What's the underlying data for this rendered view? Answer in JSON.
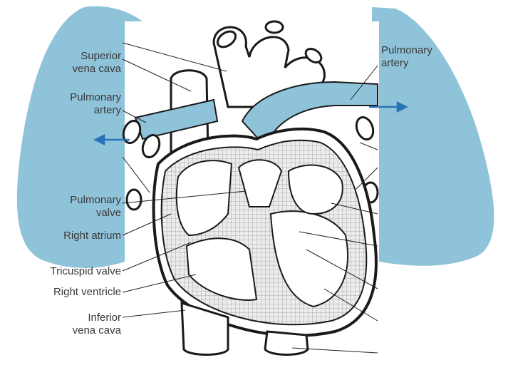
{
  "colors": {
    "lung": "#8fc3da",
    "pulmonary_vessel": "#8fc3da",
    "outline": "#1a1a1a",
    "septum_hatch": "#d9d9d9",
    "arrow": "#2a72b8",
    "leader_line": "#222222"
  },
  "labels": {
    "superior_vena_cava": [
      "Superior",
      "vena cava"
    ],
    "pulmonary_artery_left": [
      "Pulmonary",
      "artery"
    ],
    "pulmonary_valve": [
      "Pulmonary",
      "valve"
    ],
    "right_atrium": [
      "Right atrium"
    ],
    "tricuspid_valve": [
      "Tricuspid valve"
    ],
    "right_ventricle": [
      "Right ventricle"
    ],
    "inferior_vena_cava": [
      "Inferior",
      "vena cava"
    ],
    "pulmonary_artery_right": [
      "Pulmonary",
      "artery"
    ]
  },
  "icons": [
    "arrow-left-icon",
    "arrow-right-icon"
  ]
}
